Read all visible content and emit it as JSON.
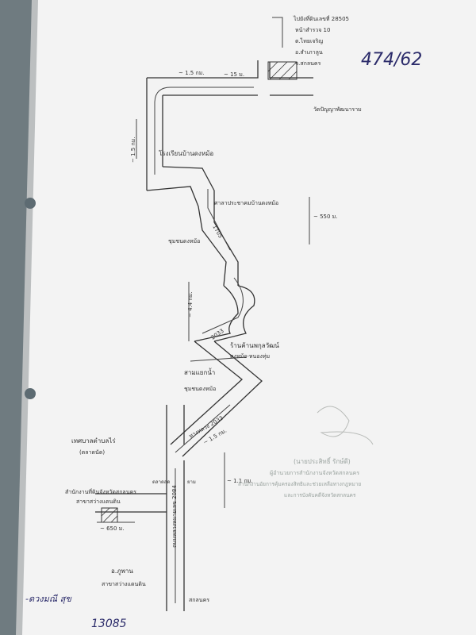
{
  "doc_number": "474/62",
  "bottom_number": "13085",
  "signature": "-ดวงมณี สุข",
  "legend": {
    "lines": [
      "ไปยังที่ดินเลขที่ 28505",
      "หน้าสำรวจ 10",
      "ต.ไทยเจริญ",
      "อ.สำเภาลูน",
      "จ.สกลนคร"
    ]
  },
  "labels": {
    "temple": "วัดปัญญาพัฒนาราม",
    "school": "โรงเรียนบ้านดงหม้อ",
    "health_center": "ศาลาประชาคมบ้านดงหม้อ",
    "village": "ชุมชนดงหม้อ",
    "hospital": "ร้านค้านพกุลวัฒน์",
    "hospital_sub": "ดงหม้อ-หนองทุ่ม",
    "junction": "สามแยกน้ำ",
    "junction_sub": "ชุมชนดงหม้อ",
    "rd_2033": "ทางหลวง 2033",
    "rd_2033b": "2033",
    "rd_1705": "1705",
    "market": "เทศบาลตำบลไร่",
    "market_sub": "(ตลาดนัด)",
    "office": "สำนักงานที่ดินจังหวัดสกลนคร",
    "office_sub": "สาขาสว่างแดนดิน",
    "district": "อ.ภูพาน",
    "district_sub": "สาขาสว่างแดนดิน",
    "rd_2084": "ถนนหลวงหมายเลข 2084",
    "bottom_dest": "สกลนคร",
    "bank_left": "ตลาดสด",
    "bank_right": "ยาม"
  },
  "distances": {
    "top_h": "~ 1.5 กม.",
    "top_right": "~ 15 ม.",
    "left_v": "~ 1.5 กม.",
    "right_v": "~ 550 ม.",
    "mid_v": "~ 4.4 กม.",
    "lower_h": "~ 1.5 กม.",
    "bottom_right": "~ 1.1 กม.",
    "bottom_left": "~ 650 ม."
  },
  "stamp": {
    "name": "(นายประสิทธิ์ รักษ์ดี)",
    "line1": "ผู้อำนวยการสำนักงานจังหวัดสกลนคร",
    "line2": "สำนักงานอัยการคุ้มครองสิทธิและช่วยเหลือทางกฎหมาย",
    "line3": "และการบังคับคดีจังหวัดสกลนคร"
  }
}
